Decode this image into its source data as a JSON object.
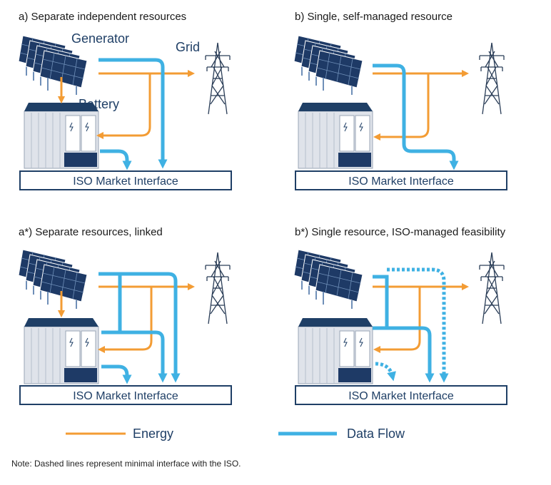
{
  "colors": {
    "energy": "#f39c34",
    "data": "#3fb1e3",
    "navy": "#1f3f66",
    "panel_dark": "#1e3a66",
    "panel_light": "#6f8fb8",
    "cabinet": "#dfe3ea",
    "tower": "#2a3d57"
  },
  "panels": {
    "a": {
      "title": "a) Separate independent resources",
      "generator_label": "Generator",
      "grid_label": "Grid",
      "battery_label": "Battery",
      "iso_label": "ISO Market Interface"
    },
    "b": {
      "title": "b) Single, self-managed resource",
      "iso_label": "ISO Market Interface"
    },
    "a_star": {
      "title": "a*) Separate resources, linked",
      "iso_label": "ISO Market Interface"
    },
    "b_star": {
      "title": "b*) Single resource, ISO-managed feasibility",
      "iso_label": "ISO Market Interface"
    }
  },
  "legend": {
    "energy_label": "Energy",
    "data_label": "Data Flow"
  },
  "note": "Note: Dashed lines represent minimal interface with the ISO."
}
